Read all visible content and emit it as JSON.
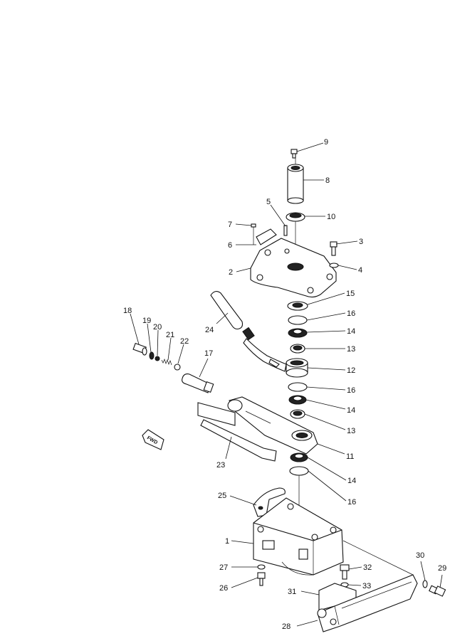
{
  "diagram": {
    "fwd_label": "FWD",
    "callouts": [
      {
        "id": "c9",
        "label": "9"
      },
      {
        "id": "c8",
        "label": "8"
      },
      {
        "id": "c5",
        "label": "5"
      },
      {
        "id": "c10",
        "label": "10"
      },
      {
        "id": "c7",
        "label": "7"
      },
      {
        "id": "c3",
        "label": "3"
      },
      {
        "id": "c6",
        "label": "6"
      },
      {
        "id": "c4",
        "label": "4"
      },
      {
        "id": "c2",
        "label": "2"
      },
      {
        "id": "c15",
        "label": "15"
      },
      {
        "id": "c18",
        "label": "18"
      },
      {
        "id": "c16a",
        "label": "16"
      },
      {
        "id": "c19",
        "label": "19"
      },
      {
        "id": "c20",
        "label": "20"
      },
      {
        "id": "c24",
        "label": "24"
      },
      {
        "id": "c21",
        "label": "21"
      },
      {
        "id": "c14a",
        "label": "14"
      },
      {
        "id": "c22",
        "label": "22"
      },
      {
        "id": "c13a",
        "label": "13"
      },
      {
        "id": "c17",
        "label": "17"
      },
      {
        "id": "c12",
        "label": "12"
      },
      {
        "id": "c16b",
        "label": "16"
      },
      {
        "id": "c14b",
        "label": "14"
      },
      {
        "id": "c13b",
        "label": "13"
      },
      {
        "id": "c11",
        "label": "11"
      },
      {
        "id": "c23",
        "label": "23"
      },
      {
        "id": "c14c",
        "label": "14"
      },
      {
        "id": "c25",
        "label": "25"
      },
      {
        "id": "c16c",
        "label": "16"
      },
      {
        "id": "c1",
        "label": "1"
      },
      {
        "id": "c30",
        "label": "30"
      },
      {
        "id": "c27",
        "label": "27"
      },
      {
        "id": "c32",
        "label": "32"
      },
      {
        "id": "c29",
        "label": "29"
      },
      {
        "id": "c26",
        "label": "26"
      },
      {
        "id": "c33",
        "label": "33"
      },
      {
        "id": "c31",
        "label": "31"
      },
      {
        "id": "c28",
        "label": "28"
      }
    ]
  }
}
